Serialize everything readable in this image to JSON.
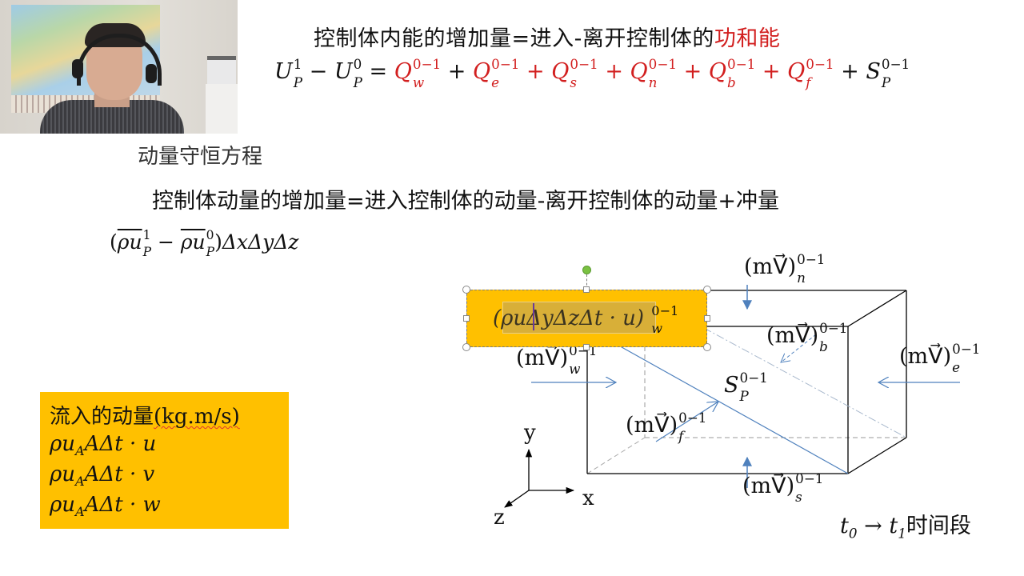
{
  "webcam": {
    "label": "presenter video feed"
  },
  "header": {
    "title_black": "控制体内能的增加量=进入-离开控制体的",
    "title_red": "功和能",
    "energy_equation": {
      "lhs": [
        "U",
        "P",
        "1",
        "−",
        "U",
        "P",
        "0",
        "="
      ],
      "terms": [
        {
          "sym": "Q",
          "sub": "w",
          "sup": "0−1",
          "color": "#d21f1f"
        },
        {
          "sym": "Q",
          "sub": "e",
          "sup": "0−1",
          "color": "#d21f1f"
        },
        {
          "sym": "Q",
          "sub": "s",
          "sup": "0−1",
          "color": "#d21f1f"
        },
        {
          "sym": "Q",
          "sub": "n",
          "sup": "0−1",
          "color": "#d21f1f"
        },
        {
          "sym": "Q",
          "sub": "b",
          "sup": "0−1",
          "color": "#d21f1f"
        },
        {
          "sym": "Q",
          "sub": "f",
          "sup": "0−1",
          "color": "#d21f1f"
        },
        {
          "sym": "S",
          "sub": "P",
          "sup": "0−1",
          "color": "#111111"
        }
      ],
      "plus": "+"
    }
  },
  "momentum": {
    "section_title": "动量守恒方程",
    "statement": "控制体动量的增加量=进入控制体的动量-离开控制体的动量+冲量",
    "lhs_expr": {
      "open": "(",
      "a": "ρu",
      "a_sup": "1",
      "a_sub": "P",
      "minus": " − ",
      "b": "ρu",
      "b_sup": "0",
      "b_sub": "P",
      "close": ")",
      "tail": "ΔxΔyΔz"
    }
  },
  "info_box": {
    "heading_cn": "流入的动量",
    "heading_unit": "(kg.m/s)",
    "lines": [
      {
        "pre": "ρu",
        "sub": "A",
        "post": "AΔt · u"
      },
      {
        "pre": "ρu",
        "sub": "A",
        "post": "AΔt · v"
      },
      {
        "pre": "ρu",
        "sub": "A",
        "post": "AΔt · w"
      }
    ]
  },
  "selected_textbox": {
    "expr": "(ρuΔyΔzΔt · u)",
    "sup": "0−1",
    "sub": "w",
    "fill": "#ffc000"
  },
  "diagram": {
    "mv": "(mV⃗)",
    "labels": {
      "n": {
        "sub": "n",
        "sup": "0−1"
      },
      "b": {
        "sub": "b",
        "sup": "0−1"
      },
      "e": {
        "sub": "e",
        "sup": "0−1"
      },
      "w": {
        "sub": "w",
        "sup": "0−1"
      },
      "f": {
        "sub": "f",
        "sup": "0−1"
      },
      "s": {
        "sub": "s",
        "sup": "0−1"
      }
    },
    "source": {
      "sym": "S",
      "sub": "P",
      "sup": "0−1"
    },
    "axes": {
      "x": "x",
      "y": "y",
      "z": "z"
    },
    "arrow_color": "#4f81bd"
  },
  "time_segment": {
    "t0": "t",
    "t0_sub": "0",
    "arrow": "→",
    "t1": "t",
    "t1_sub": "1",
    "label": "时间段"
  }
}
